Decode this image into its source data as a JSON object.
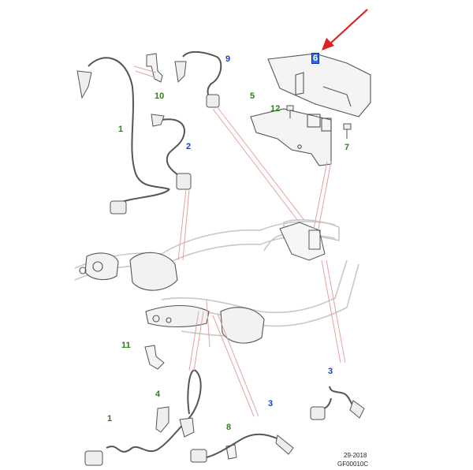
{
  "callouts": [
    {
      "id": "1a",
      "text": "1",
      "color": "green"
    },
    {
      "id": "2",
      "text": "2",
      "color": "blue"
    },
    {
      "id": "9",
      "text": "9",
      "color": "blue"
    },
    {
      "id": "10",
      "text": "10",
      "color": "green"
    },
    {
      "id": "5",
      "text": "5",
      "color": "green"
    },
    {
      "id": "12",
      "text": "12",
      "color": "green"
    },
    {
      "id": "6",
      "text": "6",
      "color": "blue"
    },
    {
      "id": "7",
      "text": "7",
      "color": "green"
    },
    {
      "id": "11",
      "text": "11",
      "color": "green"
    },
    {
      "id": "4",
      "text": "4",
      "color": "green"
    },
    {
      "id": "1b",
      "text": "1",
      "color": "green"
    },
    {
      "id": "8",
      "text": "8",
      "color": "green"
    },
    {
      "id": "3a",
      "text": "3",
      "color": "blue"
    },
    {
      "id": "3b",
      "text": "3",
      "color": "blue"
    }
  ],
  "footer": {
    "date": "29-2018",
    "code": "GF00010C"
  },
  "colors": {
    "line": "#555555",
    "leader": "#e8a0a0",
    "arrow": "#e02020",
    "green": "#2e7d1f",
    "blue": "#1f3fbf",
    "ghost": "#c8c8c8"
  }
}
